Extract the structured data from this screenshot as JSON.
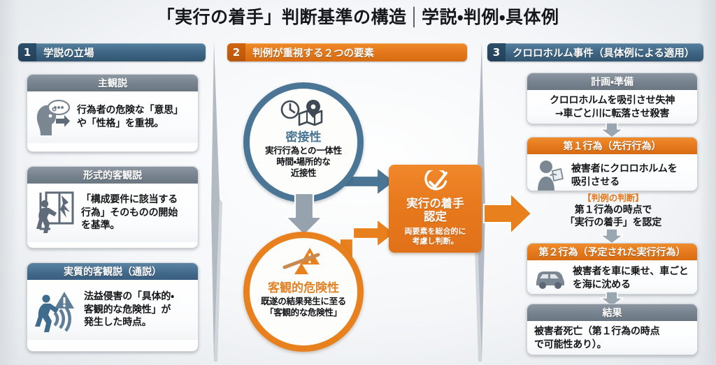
{
  "title": {
    "main_left": "「実行の着手」判断基準の構造",
    "divider": "│",
    "main_right": "学説・判例・具体例"
  },
  "colors": {
    "blue": "#3d6483",
    "orange": "#e2761a",
    "gray": "#74808c",
    "text": "#141618"
  },
  "sections": [
    {
      "number": "1",
      "label": "学説の立場"
    },
    {
      "number": "2",
      "label": "判例が重視する２つの要素"
    },
    {
      "number": "3",
      "label": "クロロホルム事件（具体例による適用）"
    }
  ],
  "column1": {
    "cards": [
      {
        "header": "主観説",
        "header_style": "gray",
        "icon": "head-thought-bubble-icon",
        "body": "行為者の危険な「意思」\nや「性格」を重視。",
        "body_lines": [
          "行為者の危険な「意思」",
          "や「性格」を重視。"
        ]
      },
      {
        "header": "形式的客観説",
        "header_style": "gray",
        "icon": "person-breaking-window-icon",
        "body": "「構成要件に該当する\n行為」そのものの開始\nを基準。",
        "body_lines": [
          "「構成要件に該当する",
          "行為」そのものの開始",
          "を基準。"
        ]
      },
      {
        "header": "実質的客観説（通説）",
        "header_style": "blue",
        "icon": "running-person-warning-icon",
        "body": "法益侵害の「具体的・\n客観的な危険性」が\n発生した時点。",
        "body_lines": [
          "法益侵害の「具体的・",
          "客観的な危険性」が",
          "発生した時点。"
        ]
      }
    ]
  },
  "column2": {
    "circle_blue": {
      "icon": "clock-map-pin-icon",
      "title": "密接性",
      "body_lines": [
        "実行行為との一体性",
        "時間・場所的な",
        "近接性"
      ]
    },
    "circle_orange": {
      "icon": "unbalanced-scale-warning-icon",
      "title": "客観的危険性",
      "body_lines": [
        "既遂の結果発生に至る",
        "「客観的な危険性」"
      ]
    },
    "result": {
      "icon": "check-circle-icon",
      "title_lines": [
        "実行の着手",
        "認定"
      ],
      "sub_lines": [
        "両要素を総合的に",
        "考慮し判断。"
      ]
    }
  },
  "column3": {
    "cards": [
      {
        "header": "計画・準備",
        "header_style": "gray",
        "icon": null,
        "body_lines": [
          "クロロホルムを吸引させ失神",
          "→車ごと川に転落させ殺害"
        ]
      },
      {
        "header": "第１行為（先行行為）",
        "header_style": "orange",
        "icon": "person-inhaling-cloth-icon",
        "body_lines": [
          "被害者にクロロホルムを",
          "吸引させる"
        ]
      },
      {
        "header": "第２行為（予定された実行行為）",
        "header_style": "orange",
        "icon": "car-icon",
        "body_lines": [
          "被害者を車に乗せ、車ごと",
          "を海に沈める"
        ]
      },
      {
        "header": "結果",
        "header_style": "gray",
        "icon": null,
        "body_lines": [
          "被害者死亡（第１行為の時点",
          "で可能性あり）。"
        ]
      }
    ],
    "judgment": {
      "label": "【判例の判断】",
      "lines": [
        "第１行為の時点で",
        "「実行の着手」を認定"
      ]
    }
  }
}
